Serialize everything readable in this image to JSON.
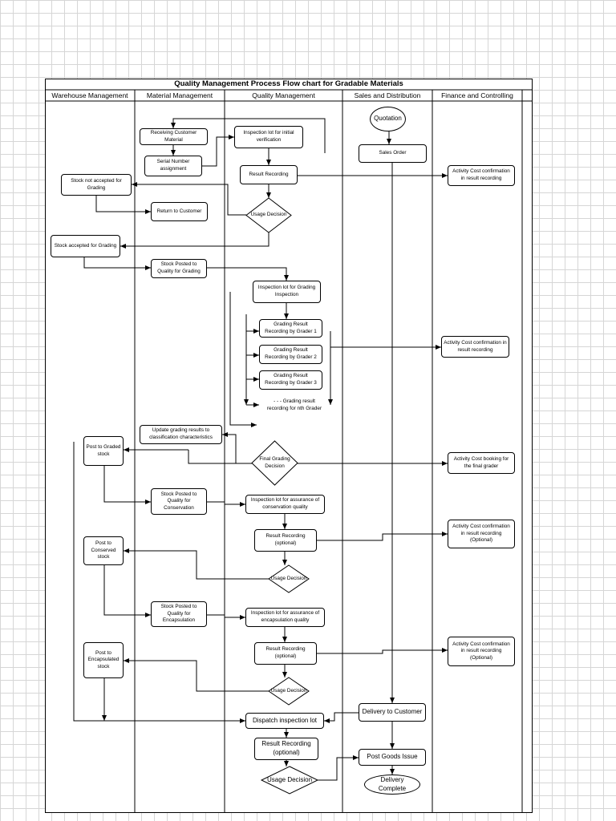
{
  "title": "Quality Management Process Flow chart for Gradable Materials",
  "lanes": [
    "Warehouse Management",
    "Material Management",
    "Quality Management",
    "Sales and Distribution",
    "Finance and Controlling"
  ],
  "nodes": {
    "receiving": "Receiving Customer Material",
    "serial": "Serial Number assignment",
    "insp_initial": "Inspection lot for initial verification",
    "quotation": "Quotation",
    "sales_order": "Sales Order",
    "result_rec_1": "Result Recording",
    "activity_1": "Activity Cost confirmation in result recording",
    "stock_not_accepted": "Stock not accepted for Grading",
    "return_customer": "Return to Customer",
    "usage_decision_1": "Usage Decision",
    "stock_accepted": "Stock accepted for Grading",
    "stock_posted_grading": "Stock Posted to Quality for Grading",
    "insp_grading": "Inspection lot for Grading Inspection",
    "grader_1": "Grading Result Recording by Grader 1",
    "grader_2": "Grading Result Recording by Grader 2",
    "grader_3": "Grading Result Recording by Grader 3",
    "grader_n": "- - - Grading result recording for nth Grader",
    "activity_2": "Activity Cost confirmation in result recording",
    "update_grading": "Update grading results to classification characteristics",
    "post_graded": "Post to Graded stock",
    "final_grading": "Final Grading Decision",
    "activity_booking": "Activity Cost booking for the final grader",
    "stock_posted_conservation": "Stock Posted to Quality for Conservation",
    "insp_conservation": "Inspection lot for assurance of conservation quality",
    "result_rec_opt_1": "Result Recording (optional)",
    "activity_opt_1": "Activity Cost confirmation in result recording (Optional)",
    "post_conserved": "Post to Conserved stock",
    "usage_decision_2": "Usage Decision",
    "stock_posted_encapsulation": "Stock Posted to Quality for Encapsulation",
    "insp_encapsulation": "Inspection lot for assurance of encapsulation quality",
    "result_rec_opt_2": "Result Recording (optional)",
    "activity_opt_2": "Activity Cost confirmation in result recording (Optional)",
    "post_encapsulated": "Post to Encapsulated stock",
    "usage_decision_3": "Usage Decision",
    "delivery_customer": "Delivery to Customer",
    "dispatch_lot": "Dispatch inspection lot",
    "result_rec_final": "Result Recording (optional)",
    "post_goods_issue": "Post Goods Issue",
    "usage_decision_final": "Usage Decision",
    "delivery_complete": "Delivery Complete"
  }
}
